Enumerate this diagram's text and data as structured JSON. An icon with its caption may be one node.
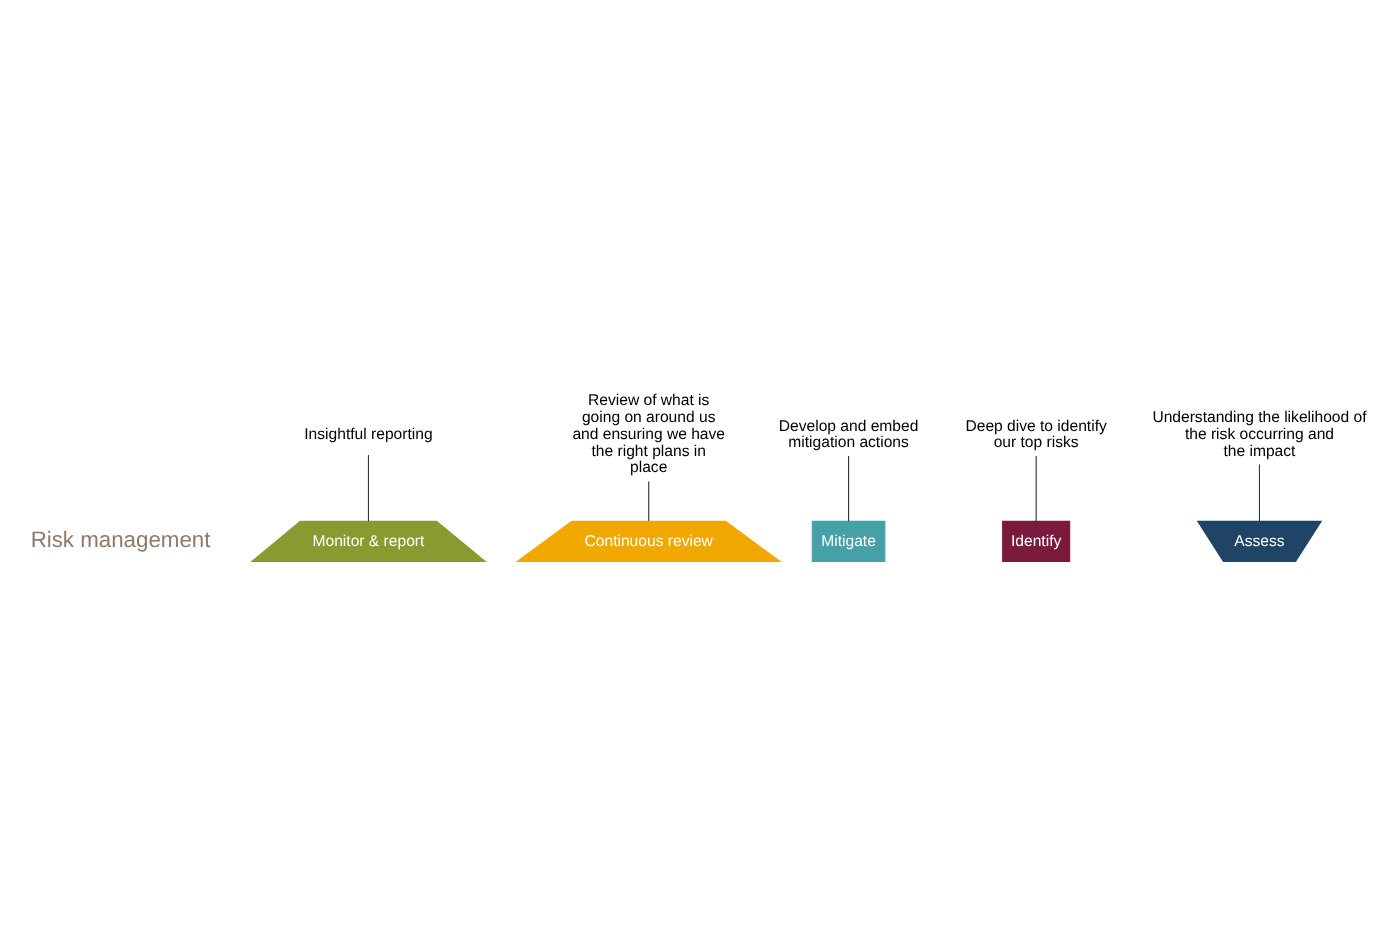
{
  "diagram": {
    "nodes": [
      {
        "text": [
          "Risk management"
        ]
      },
      {
        "text": [
          "Monitor & report"
        ]
      },
      {
        "text": [
          "Continuous review"
        ]
      },
      {
        "text": [
          "Mitigate"
        ]
      },
      {
        "text": [
          "Identify"
        ]
      },
      {
        "text": [
          "Assess"
        ]
      },
      {
        "text": [
          "Insightful reporting"
        ]
      },
      {
        "text": [
          "Review of what is going on around us and ensuring we have the right plans in place"
        ]
      },
      {
        "text": [
          "Develop and embed mitigation actions"
        ]
      },
      {
        "text": [
          "Deep dive to identify our top risks"
        ]
      },
      {
        "text": [
          "Understanding the likelihood of the risk occurring and the impact"
        ]
      }
    ],
    "edges": [
      {
        "from": 6,
        "to": 1,
        "arrow": "none"
      },
      {
        "from": 7,
        "to": 2,
        "arrow": "none"
      },
      {
        "from": 8,
        "to": 3,
        "arrow": "none"
      },
      {
        "from": 9,
        "to": 4,
        "arrow": "none"
      },
      {
        "from": 10,
        "to": 5,
        "arrow": "none"
      }
    ]
  }
}
